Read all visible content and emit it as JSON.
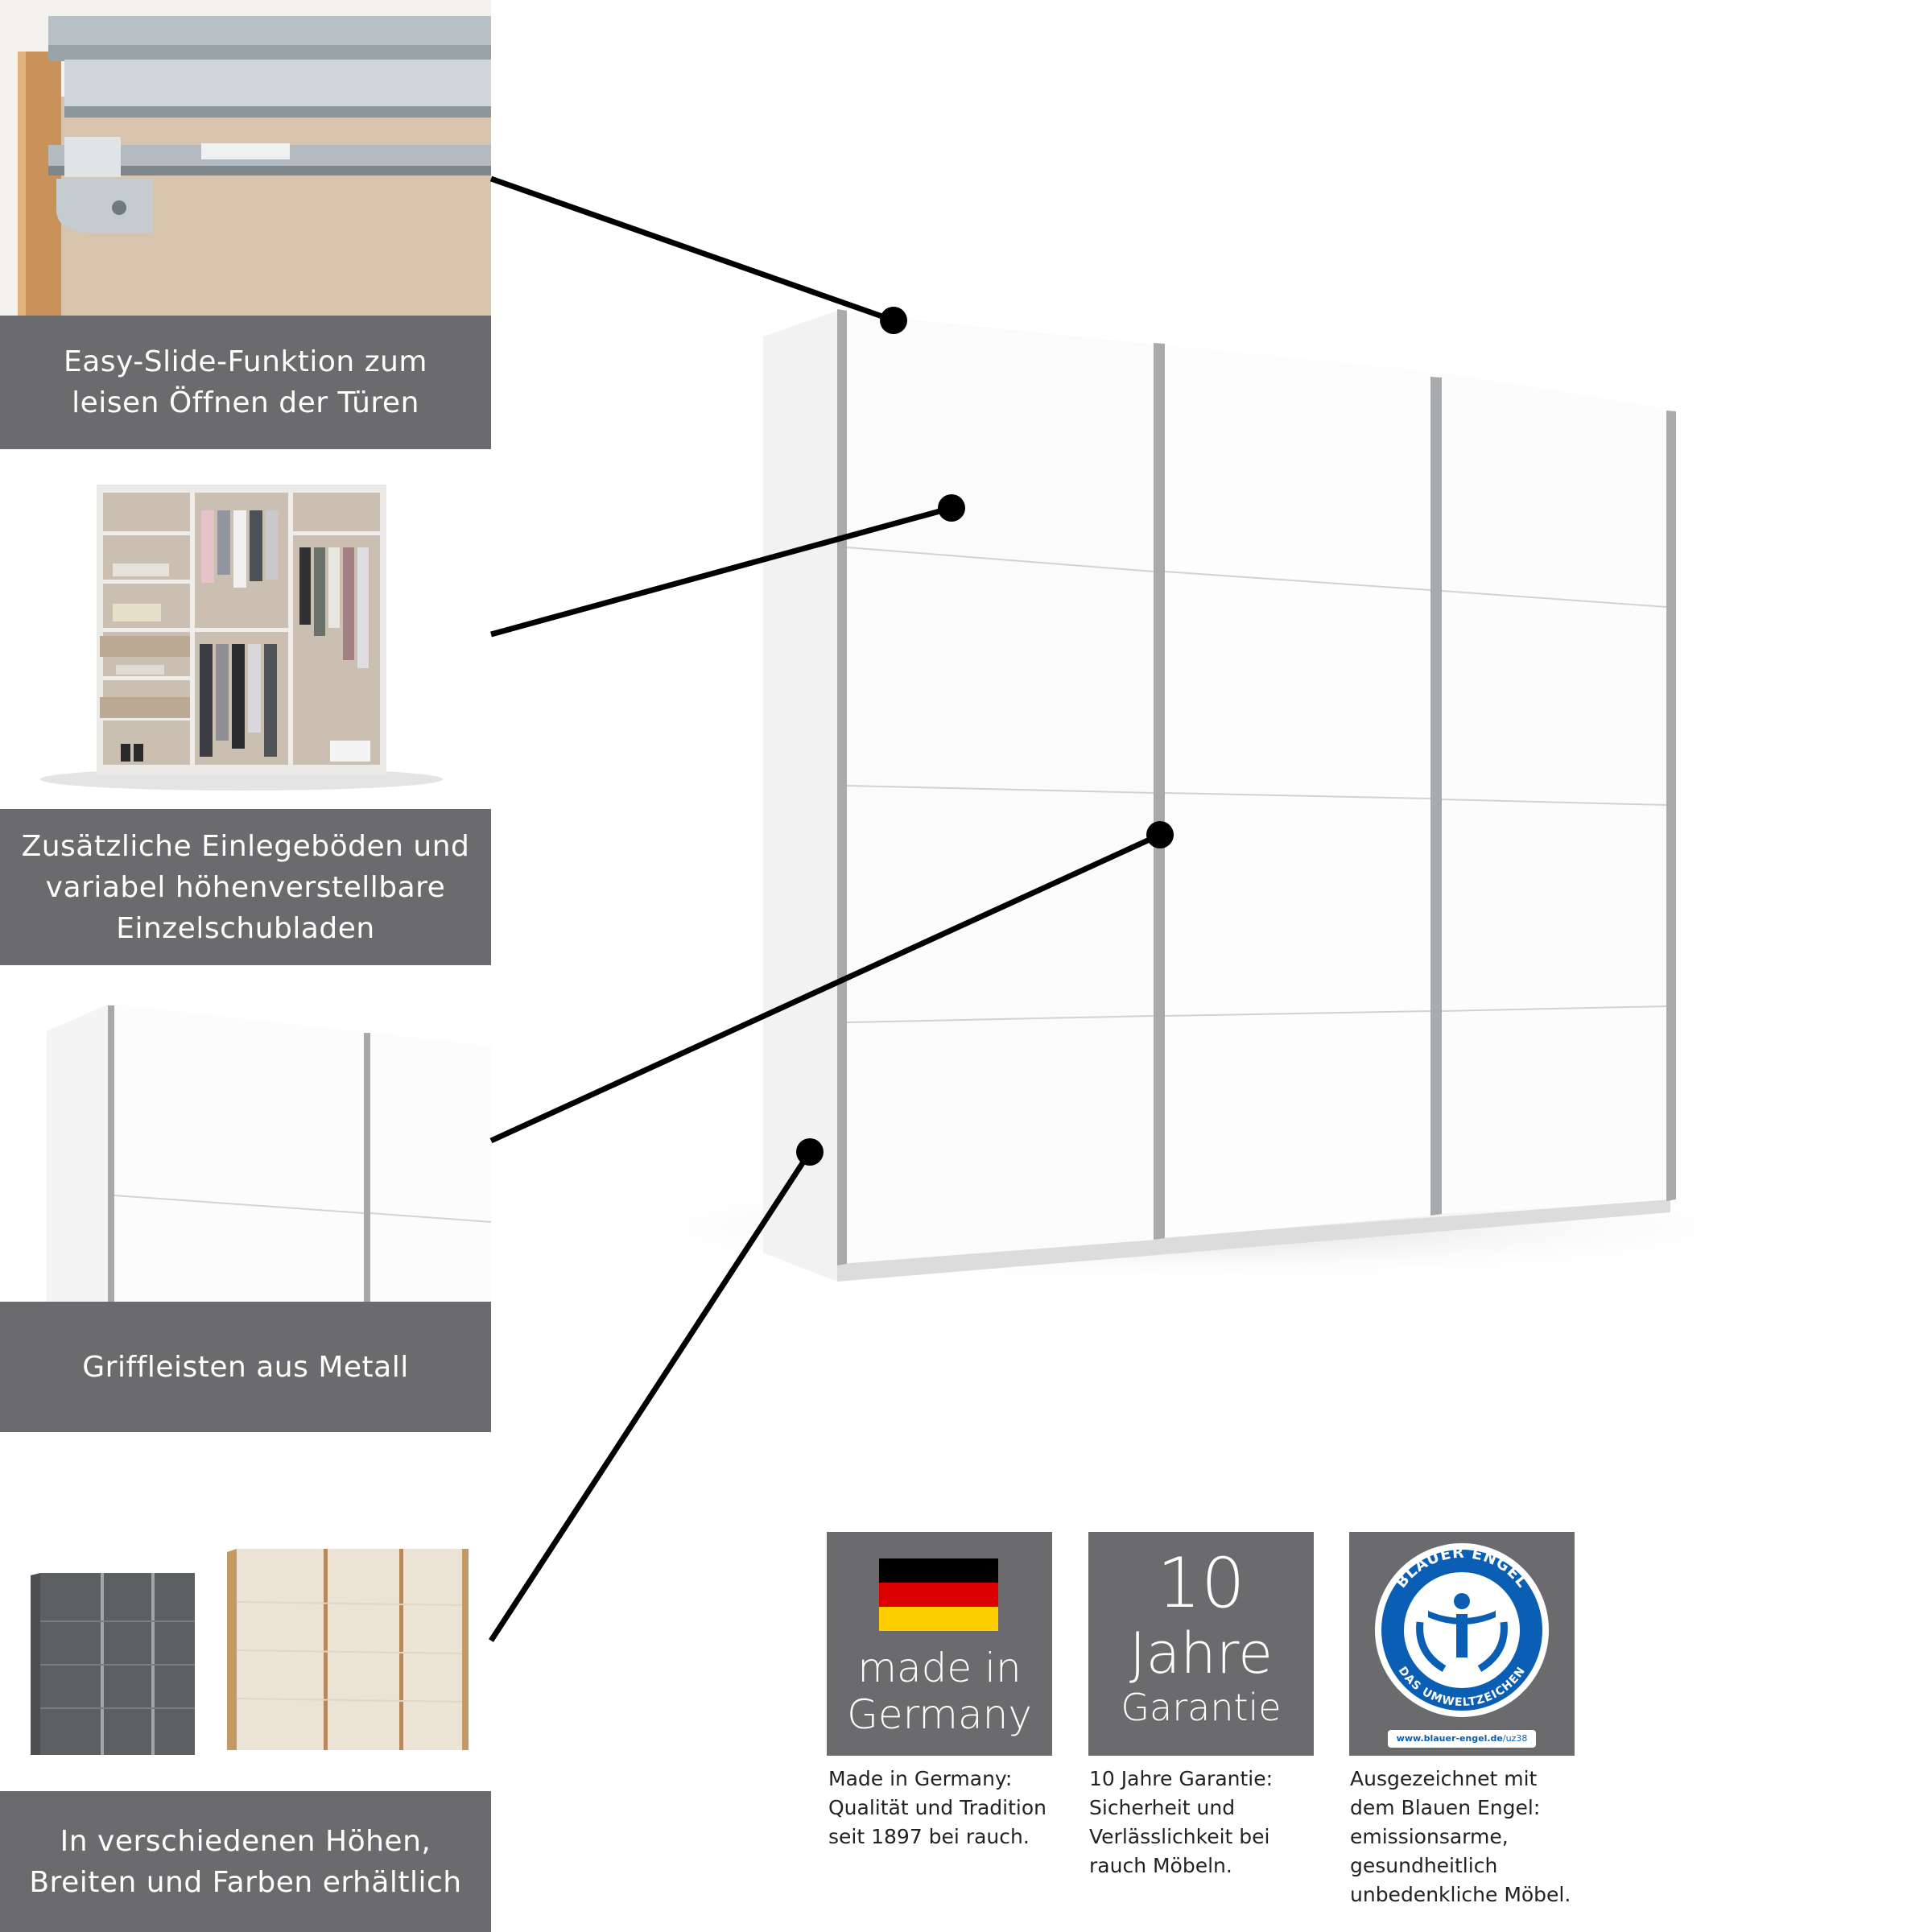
{
  "features": [
    {
      "id": "easy-slide",
      "lines": [
        "Easy-Slide-Funktion zum",
        "leisen Öffnen der Türen"
      ]
    },
    {
      "id": "shelves",
      "lines": [
        "Zusätzliche Einlegeböden und",
        "variabel höhenverstellbare",
        "Einzelschubladen"
      ]
    },
    {
      "id": "handles",
      "lines": [
        "Griffleisten aus Metall"
      ]
    },
    {
      "id": "variants",
      "lines": [
        "In verschiedenen Höhen,",
        "Breiten und Farben erhältlich"
      ]
    }
  ],
  "badges": {
    "germany": {
      "title_lines": [
        "made in",
        "Germany"
      ],
      "desc_lines": [
        "Made in Germany:",
        "Qualität und Tradition",
        "seit 1897 bei rauch."
      ]
    },
    "guarantee": {
      "number": "10",
      "title_lines": [
        "Jahre",
        "Garantie"
      ],
      "desc_lines": [
        "10 Jahre Garantie:",
        "Sicherheit und",
        "Verlässlichkeit bei",
        "rauch Möbeln."
      ]
    },
    "blauer_engel": {
      "ring_top": "BLAUER ENGEL",
      "ring_bottom": "DAS UMWELTZEICHEN",
      "url_bold": "www.blauer-engel.de",
      "url_suffix": "/uz38",
      "desc_lines": [
        "Ausgezeichnet mit",
        "dem Blauen Engel:",
        "emissionsarme,",
        "gesundheitlich",
        "unbedenkliche Möbel."
      ]
    }
  },
  "colors": {
    "caption_bg": "#6b6b6d",
    "flag_black": "#000000",
    "flag_red": "#dd0000",
    "flag_gold": "#ffce00",
    "blauer_engel_blue": "#0a5fb4"
  }
}
